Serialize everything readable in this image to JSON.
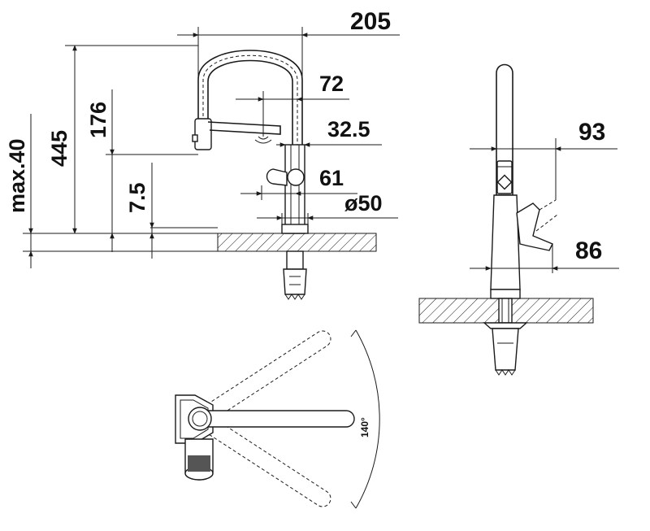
{
  "dimensions": {
    "width": "205",
    "spray_offset": "72",
    "spout_offset": "32.5",
    "lever_offset": "61",
    "base_diameter": "ø50",
    "lever_reach": "93",
    "lever_reach_lower": "86",
    "total_height": "445",
    "spout_height": "176",
    "base_height": "7.5",
    "counter_thickness": "max.40",
    "swivel_angle": "140°"
  }
}
